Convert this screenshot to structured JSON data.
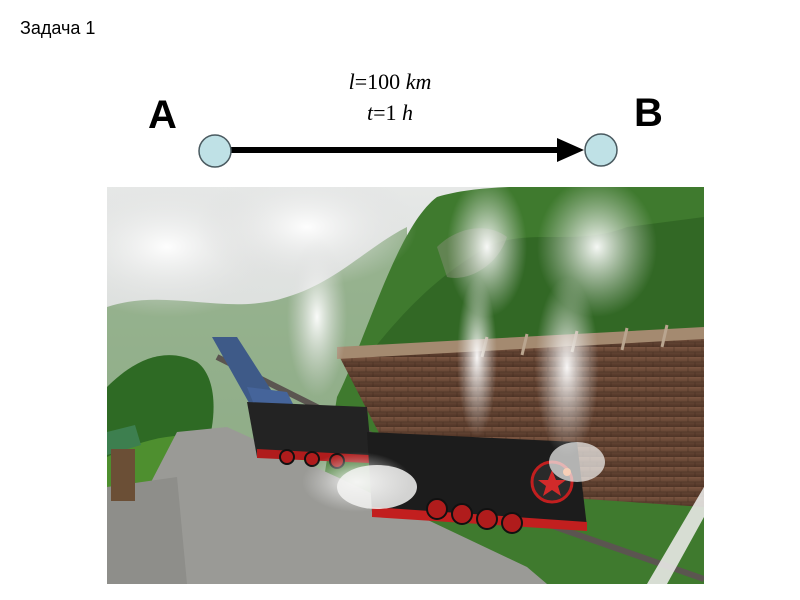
{
  "task": {
    "title": "Задача 1"
  },
  "diagram": {
    "start_point": "A",
    "end_point": "B",
    "distance": {
      "variable": "l",
      "equals": "=100 ",
      "unit": "km"
    },
    "time": {
      "variable": "t",
      "equals": "=1 ",
      "unit": "h"
    },
    "colors": {
      "point_fill": "#bfe1e6",
      "point_stroke": "#4a5a60",
      "arrow": "#000000"
    }
  },
  "photo": {
    "subject": "steam-locomotive-train-on-mountain-railway",
    "colors": {
      "sky": "#dfe3e2",
      "forest": "#3f7a2e",
      "wall": "#6d4a36",
      "locomotive": "#1c1c1c",
      "steam": "#f0f0ef"
    }
  }
}
